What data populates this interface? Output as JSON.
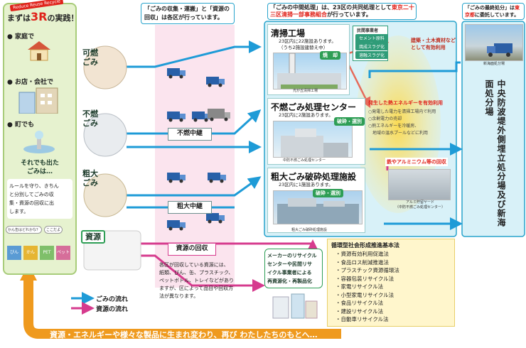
{
  "sidebar": {
    "banner_en": "Reduce Reuse Recycle",
    "title_pre": "まずは",
    "title_big": "3R",
    "title_post": "の実践！",
    "places": [
      "家庭で",
      "お店・会社で",
      "町でも"
    ],
    "closing": "それでも出た\nごみは…",
    "rule_text": "ルールを守り、きちん\nと分別してごみの収\n集・資源の回収に出\nします。",
    "bubbles": [
      "かん缶はどれかな？",
      "ここだよ"
    ],
    "bins": [
      "びん",
      "かん",
      "PET",
      "ペット"
    ]
  },
  "categories": [
    "可燃\nごみ",
    "不燃\nごみ",
    "粗大\nごみ",
    "資源"
  ],
  "collection": {
    "header": "「ごみの収集・運搬」と「資源の\n回収」は各区が行っています。",
    "relay_nonburn": "不燃中継",
    "relay_bulky": "粗大中継",
    "resource_recovery": "資源の回収",
    "resource_desc": "各区が回収している資源には、\n紙類、びん、缶、プラスチック、\nペットボトル、トレイなどがあり\nますが、区によって品目や回収方\n法が異なります。"
  },
  "intermediate": {
    "header_pre": "「ごみの中間処理」は、23区の共同処理として",
    "header_red": "東京二十三区清掃一部事務組合",
    "header_post": "が行っています。",
    "plants": [
      {
        "name": "清掃工場",
        "desc": "23区内に22施設あります。\n（うち2施設建替え中）",
        "tag": "焼　却",
        "caption": "光が丘清掃工場"
      },
      {
        "name": "不燃ごみ処理センター",
        "desc": "23区内に2施設あります。",
        "tag": "破砕・選別",
        "caption": "中防不燃ごみ処理センター"
      },
      {
        "name": "粗大ごみ破砕処理施設",
        "desc": "23区内に1施設あります。",
        "tag": "破砕・選別",
        "caption": "粗大ごみ破砕処理施設"
      }
    ]
  },
  "private_ops": {
    "title": "民間事業者",
    "items": [
      "セメント原料化",
      "焼成スラグ化",
      "溶融スラグ化"
    ],
    "result": "建築・土木資材など\nとして有効利用"
  },
  "energy": {
    "title": "発生した熱エネルギーを有効利用",
    "items": [
      "○発電した電力を清掃工場内で利用",
      "○余剰電力の売却",
      "○熱エネルギーを冷暖房、",
      "　地域の温水プールなどに利用"
    ]
  },
  "iron_recovery": {
    "title": "鉄やアルミニウム等の回収",
    "caption": "アルミ貯留ヤード\n（中防不燃ごみ処理センター）"
  },
  "final": {
    "header_pre": "「ごみの最終処分」は",
    "header_red": "東京都",
    "header_post": "に委託しています。",
    "site_caption": "新海面処分場",
    "vertical_label": "中央防波堤外側埋立処分場及び新海面処分場"
  },
  "legend": {
    "waste_flow": "ごみの流れ",
    "resource_flow": "資源の流れ"
  },
  "recycle_center": {
    "text": "メーカーのリサイクル\nセンターや民間リサ\nイクル事業者による\n再資源化・再製品化"
  },
  "laws": {
    "title": "循環型社会形成推進基本法",
    "items": [
      "資源有効利用促進法",
      "食品ロス削減推進法",
      "プラスチック資源循環法",
      "容器包装リサイクル法",
      "家電リサイクル法",
      "小型家電リサイクル法",
      "食品リサイクル法",
      "建設リサイクル法",
      "自動車リサイクル法"
    ]
  },
  "footer": {
    "text": "資源・エネルギーや様々な製品に生まれ変わり、再び わたしたちのもとへ…"
  },
  "colors": {
    "waste_flow": "#1e9bd7",
    "resource_flow": "#d63b8e",
    "loop_arrow": "#ef9a1e",
    "sidebar_green": "#e6f2cf",
    "highlight_red": "#e0231b"
  }
}
